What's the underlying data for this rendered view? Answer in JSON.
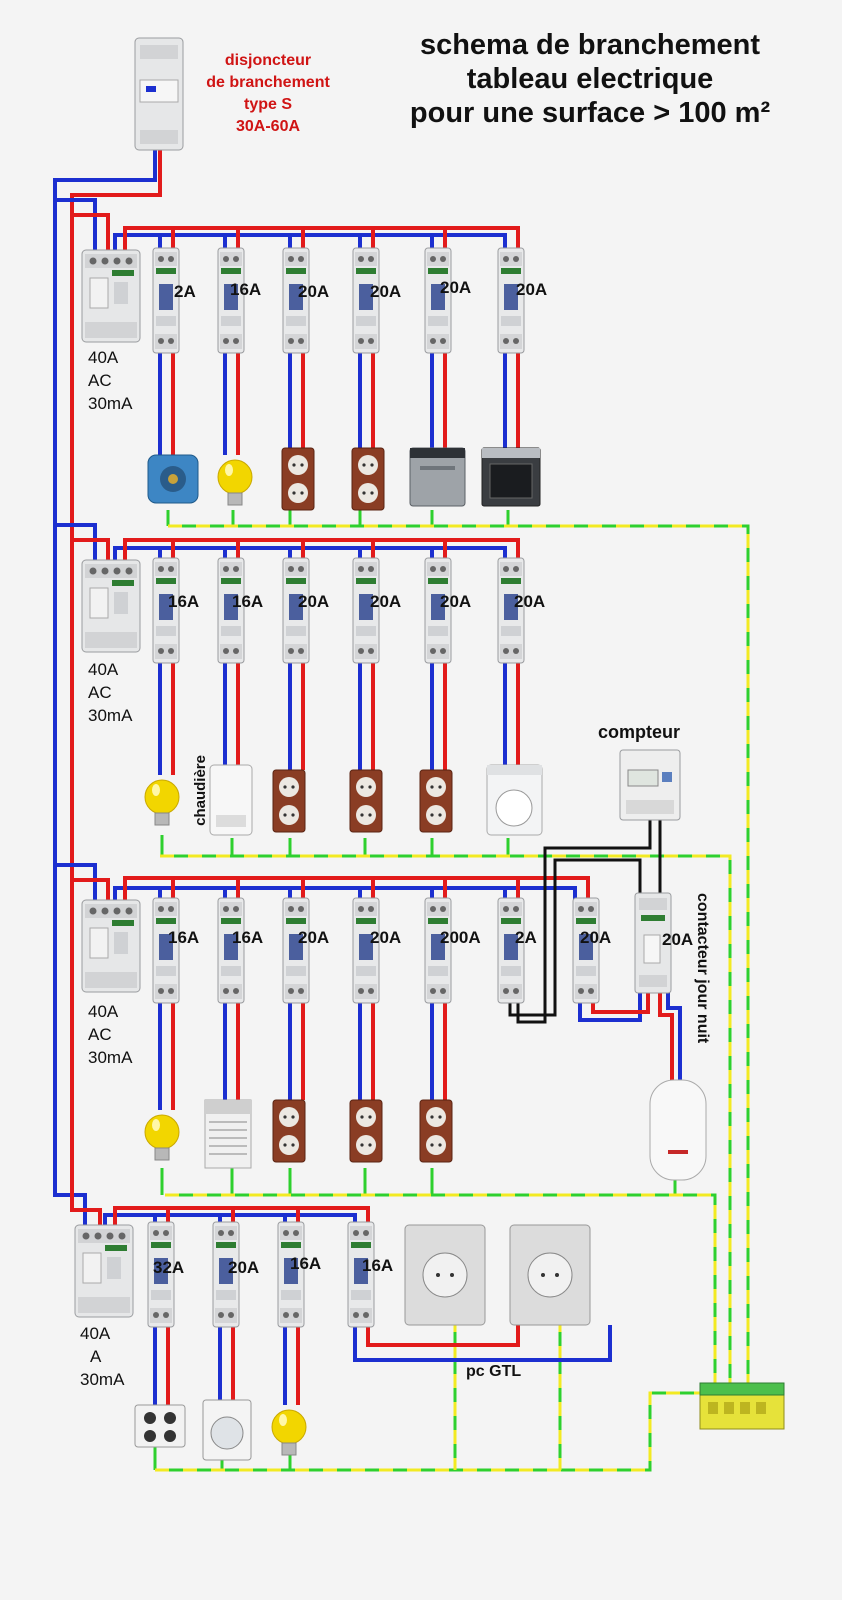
{
  "title": {
    "line1": "schema de branchement",
    "line2": "tableau electrique",
    "line3": "pour une surface > 100 m²"
  },
  "main_breaker": {
    "line1": "disjoncteur",
    "line2": "de branchement",
    "line3": "type S",
    "line4": "30A-60A"
  },
  "rows": [
    {
      "rcd": {
        "line1": "40A",
        "line2": "AC",
        "line3": "30mA"
      },
      "breakers": [
        "2A",
        "16A",
        "20A",
        "20A",
        "20A",
        "20A"
      ],
      "loads": [
        "vmc-motor",
        "lightbulb",
        "socket",
        "socket",
        "dishwasher",
        "oven"
      ]
    },
    {
      "rcd": {
        "line1": "40A",
        "line2": "AC",
        "line3": "30mA"
      },
      "breakers": [
        "16A",
        "16A",
        "20A",
        "20A",
        "20A",
        "20A"
      ],
      "loads": [
        "lightbulb",
        "boiler",
        "double-socket",
        "double-socket",
        "double-socket",
        "dryer"
      ],
      "boiler_label": "chaudière"
    },
    {
      "rcd": {
        "line1": "40A",
        "line2": "AC",
        "line3": "30mA"
      },
      "breakers": [
        "16A",
        "16A",
        "20A",
        "20A",
        "200A",
        "2A",
        "20A"
      ],
      "contactor_rating": "20A",
      "loads": [
        "lightbulb",
        "roller-shutter",
        "double-socket",
        "double-socket",
        "double-socket",
        "water-heater"
      ]
    },
    {
      "rcd": {
        "line1": "40A",
        "line2": "A",
        "line3": "30mA"
      },
      "breakers": [
        "32A",
        "20A",
        "16A",
        "16A"
      ],
      "loads": [
        "cooktop",
        "washing-machine",
        "lightbulb"
      ],
      "gtl_label": "pc GTL"
    }
  ],
  "meter_label": "compteur",
  "contactor_label": {
    "line1": "contacteur",
    "line2": "jour nuit"
  },
  "colors": {
    "phase": "#e21b1b",
    "neutral": "#1c2fd0",
    "earth_green": "#2ed02e",
    "earth_yellow": "#f2ea22",
    "control": "#111111"
  }
}
